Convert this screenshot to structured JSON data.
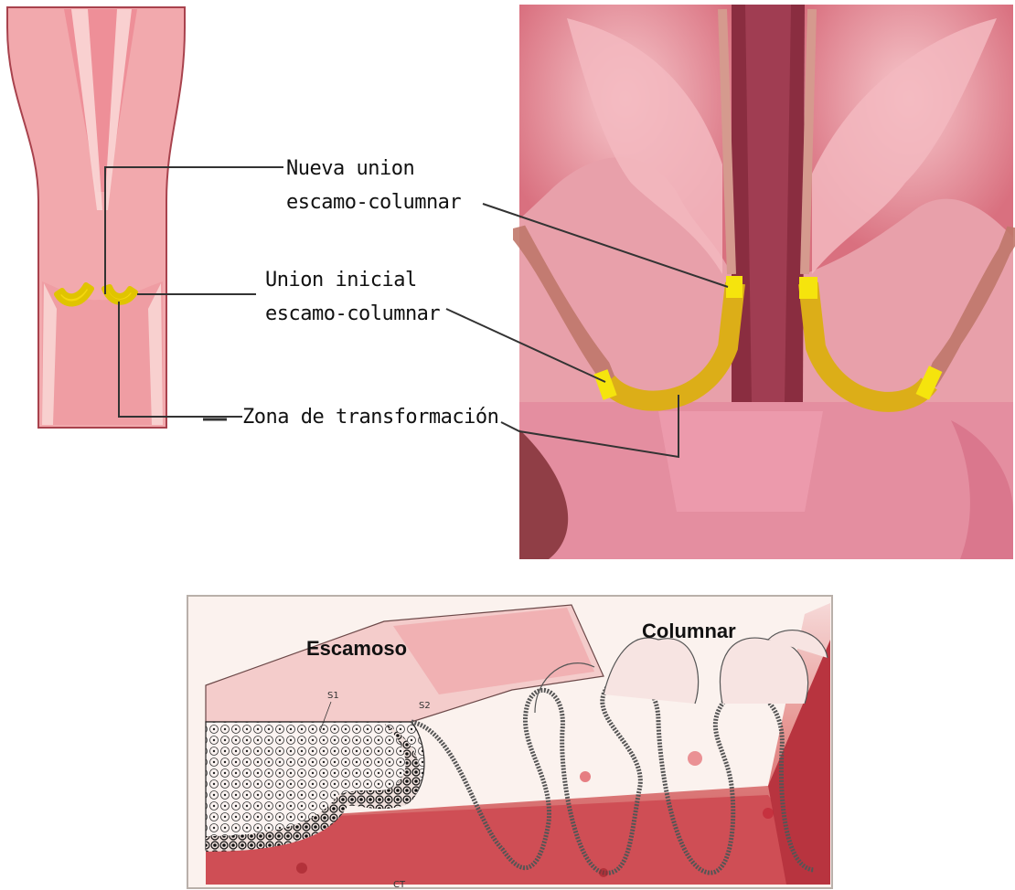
{
  "labels": {
    "new_junction_1": "Nueva union",
    "new_junction_2": "escamo-columnar",
    "original_junction_1": "Union inicial",
    "original_junction_2": "escamo-columnar",
    "transformation_zone": "Zona de transformación",
    "squamous": "Escamoso",
    "columnar": "Columnar",
    "s1": "S1",
    "s2": "S2",
    "ct": "CT"
  },
  "colors": {
    "tissue_light": "#f4b3b5",
    "tissue_mid": "#ea8c95",
    "tissue_dark": "#b0354c",
    "canal": "#7d2435",
    "junction_yellow": "#f5d80f",
    "zone_gold": "#d9a81a",
    "stroma": "#c9474d",
    "outline": "#8b3a40"
  }
}
